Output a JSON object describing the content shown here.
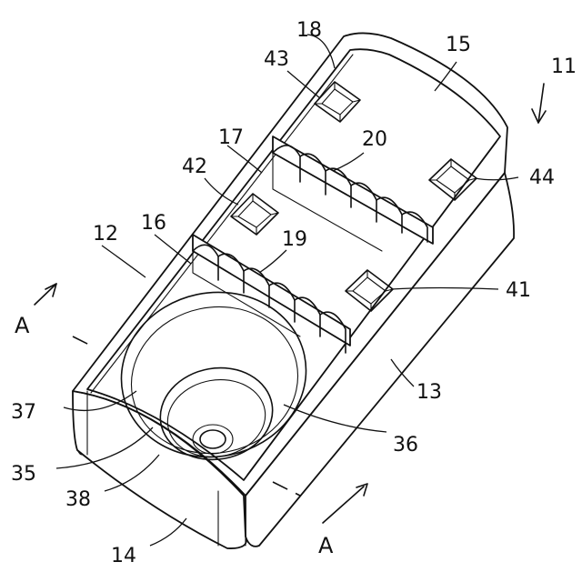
{
  "figure": {
    "labels": {
      "l11": "11",
      "l12": "12",
      "l13": "13",
      "l14": "14",
      "l15": "15",
      "l16": "16",
      "l17": "17",
      "l18": "18",
      "l19": "19",
      "l20": "20",
      "l35": "35",
      "l36": "36",
      "l37": "37",
      "l38": "38",
      "l41": "41",
      "l42": "42",
      "l43": "43",
      "l44": "44"
    },
    "section": {
      "left": "A",
      "right": "A"
    }
  }
}
